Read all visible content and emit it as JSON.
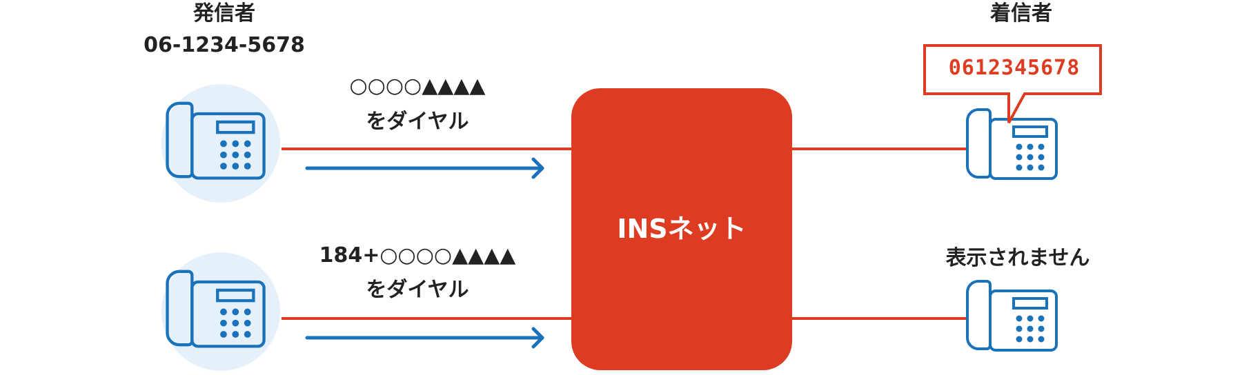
{
  "caller": {
    "title": "発信者",
    "number": "06-1234-5678"
  },
  "routes": [
    {
      "dial_line1": "○○○○▲▲▲▲",
      "dial_line2": "をダイヤル"
    },
    {
      "dial_line1": "184+○○○○▲▲▲▲",
      "dial_line2": "をダイヤル"
    }
  ],
  "network": {
    "label": "INSネット"
  },
  "receiver": {
    "title": "着信者",
    "displayed_number": "0612345678",
    "hidden_message": "表示されません"
  },
  "colors": {
    "red": "#dd3b22",
    "blue": "#1a72bb",
    "circle_bg": "#e6f0fa",
    "text": "#222222"
  },
  "icons": [
    "telephone-icon",
    "arrow-right-icon"
  ]
}
